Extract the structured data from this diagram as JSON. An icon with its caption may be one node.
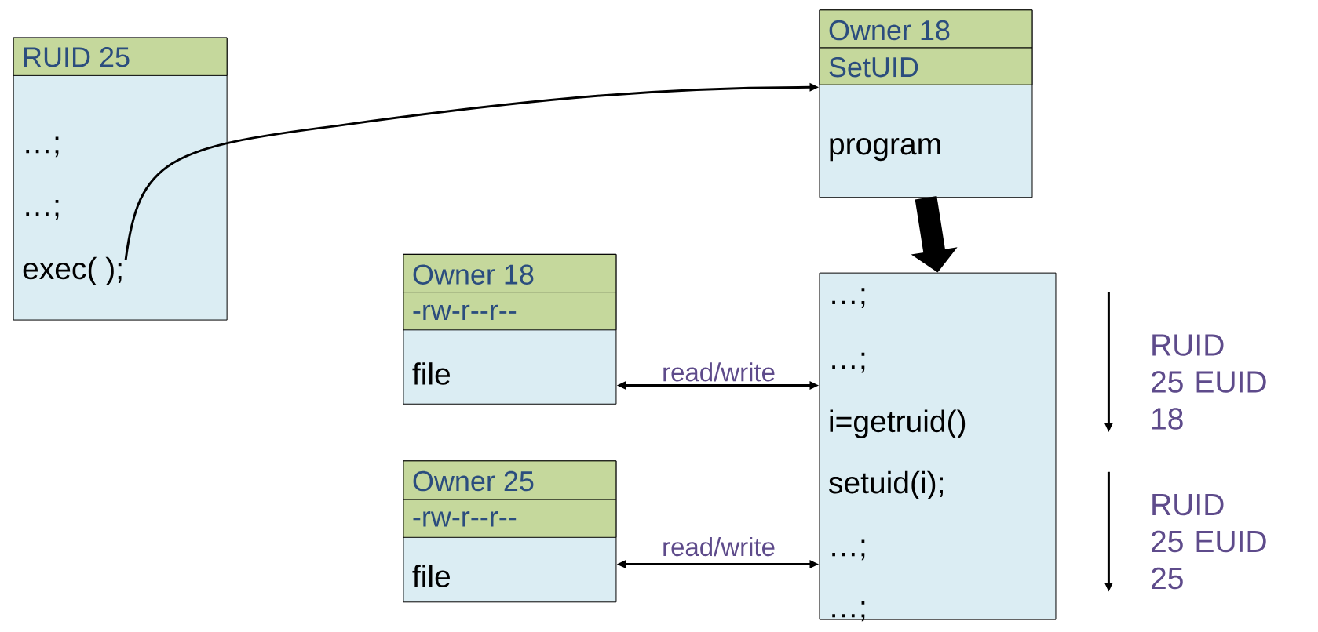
{
  "diagram": {
    "nodes": [
      {
        "text": [
          "RUID 25",
          "…;",
          "…;",
          "exec(  );"
        ]
      },
      {
        "text": [
          "Owner 18",
          "SetUID",
          "program"
        ]
      },
      {
        "text": [
          "…;",
          "…;",
          "i=getruid()",
          "setuid(i);",
          "…;",
          "…;"
        ]
      },
      {
        "text": [
          "Owner 18",
          "-rw-r--r--",
          "file"
        ]
      },
      {
        "text": [
          "Owner 25",
          "-rw-r--r--",
          "file"
        ]
      }
    ],
    "edges": [
      {
        "from": 0,
        "to": 1,
        "arrow": "to"
      },
      {
        "from": 1,
        "to": 2,
        "arrow": "to",
        "style": "thick"
      },
      {
        "from": 3,
        "to": 2,
        "arrow": "both",
        "label": "read/write"
      },
      {
        "from": 4,
        "to": 2,
        "arrow": "both",
        "label": "read/write"
      }
    ],
    "labels": [
      "RUID 25 EUID 18",
      "RUID 25 EUID 25"
    ]
  }
}
